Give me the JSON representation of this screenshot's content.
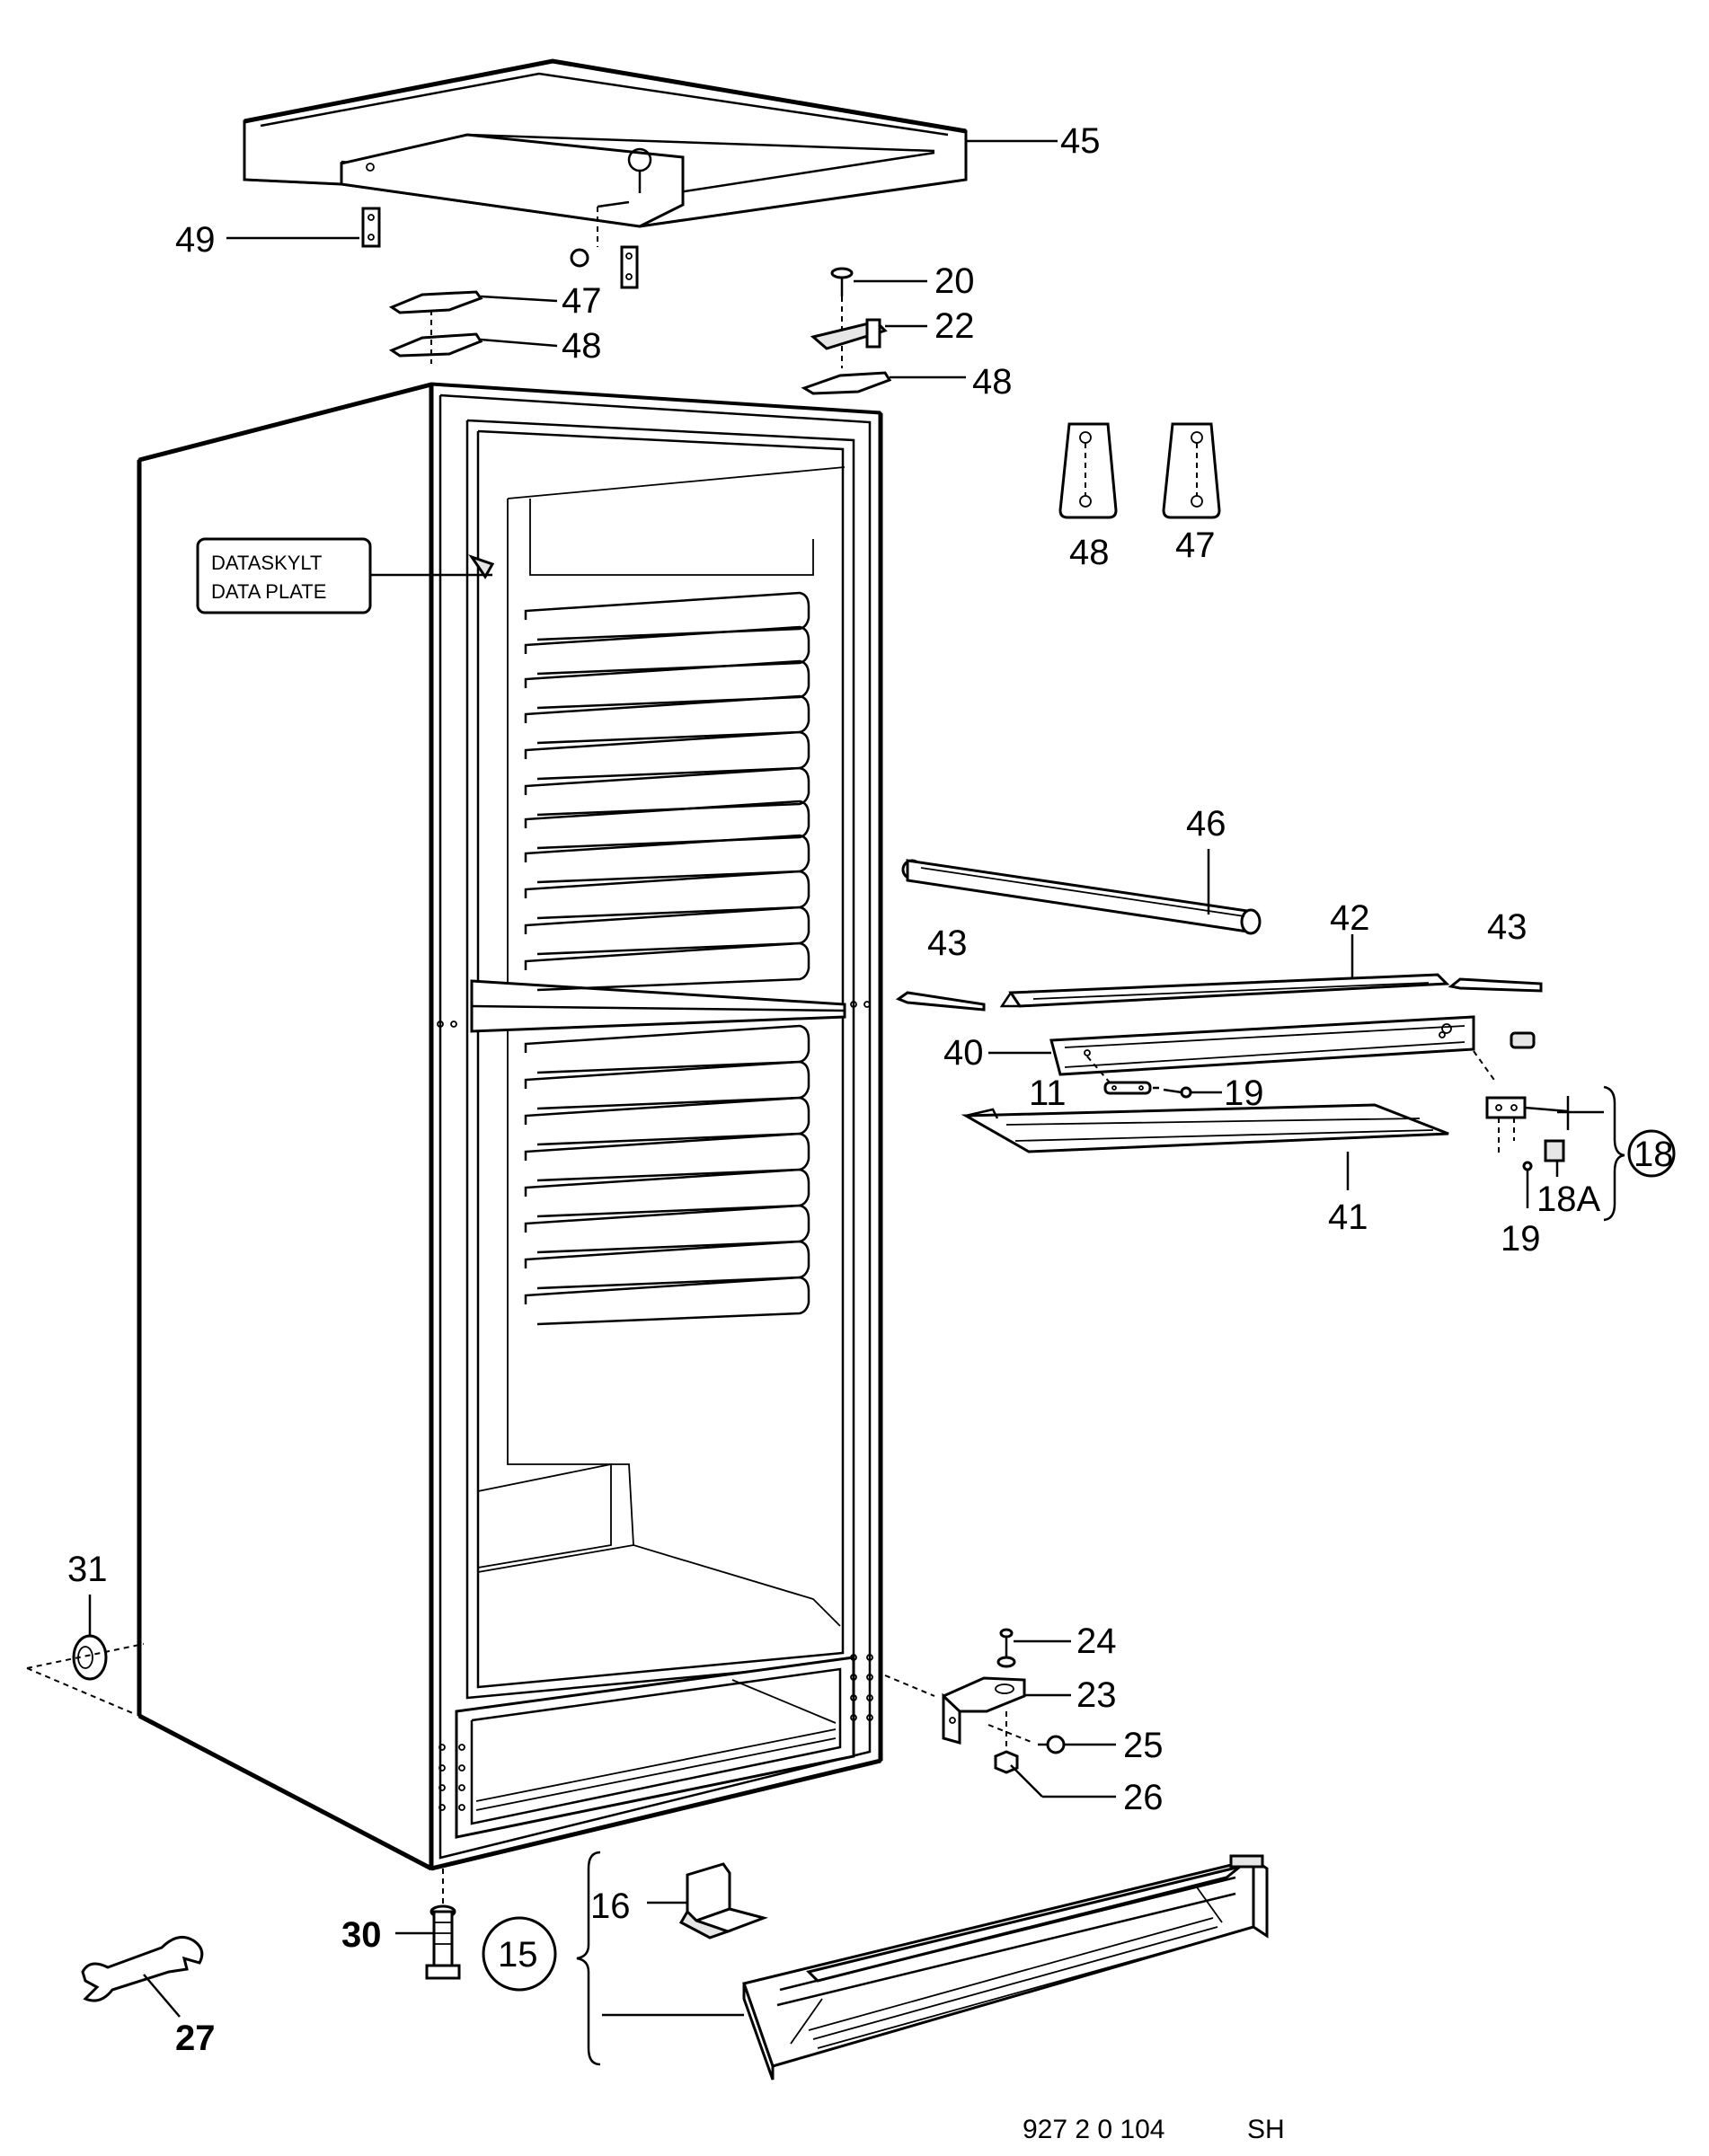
{
  "diagram": {
    "data_plate": {
      "line1": "DATASKYLT",
      "line2": "DATA PLATE"
    },
    "labels": {
      "p45": "45",
      "p49": "49",
      "p47_top": "47",
      "p48_top": "48",
      "p20": "20",
      "p22": "22",
      "p48_right": "48",
      "p48_detail": "48",
      "p47_detail": "47",
      "p46": "46",
      "p42": "42",
      "p43_left": "43",
      "p43_right": "43",
      "p40": "40",
      "p11": "11",
      "p19_mid": "19",
      "p41": "41",
      "p18": "18",
      "p18a": "18A",
      "p19_low": "19",
      "p31": "31",
      "p24": "24",
      "p23": "23",
      "p25": "25",
      "p26": "26",
      "p30": "30",
      "p15": "15",
      "p16": "16",
      "p27": "27"
    },
    "drawing_number": "927 2 0 104",
    "drawing_code": "SH"
  }
}
